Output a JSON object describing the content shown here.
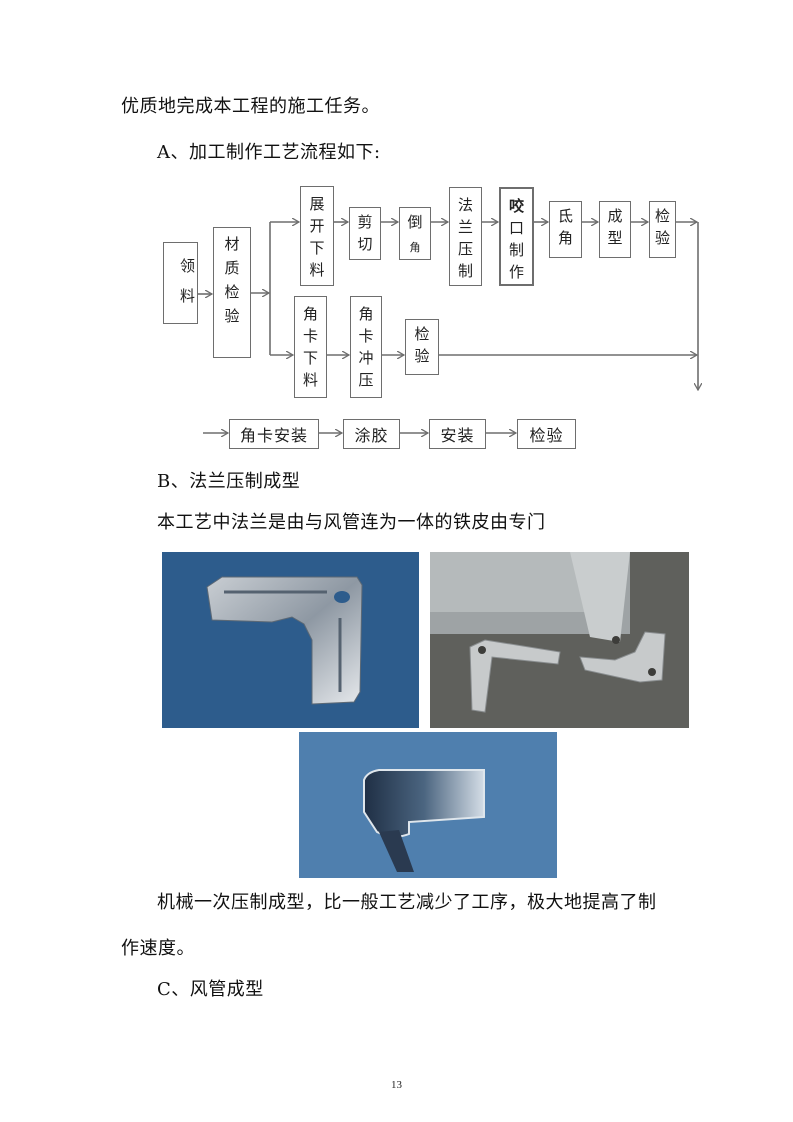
{
  "document": {
    "paragraphs": {
      "p1": "优质地完成本工程的施工任务。",
      "heading_a": "A、加工制作工艺流程如下:",
      "heading_b": "B、法兰压制成型",
      "p2": "本工艺中法兰是由与风管连为一体的铁皮由专门",
      "p3_line1": "机械一次压制成型，比一般工艺减少了工序，极大地提高了制",
      "p3_line2": "作速度。",
      "heading_c": "C、风管成型"
    },
    "page_number": "13"
  },
  "flowchart": {
    "start": [
      "领",
      "料"
    ],
    "inspect_material": [
      "材",
      "质",
      "检",
      "验"
    ],
    "top_row": [
      {
        "id": "unfold-cut",
        "chars": [
          "展",
          "开",
          "下",
          "料"
        ]
      },
      {
        "id": "shear",
        "chars": [
          "剪",
          "切"
        ]
      },
      {
        "id": "chamfer",
        "chars": [
          "倒",
          "角"
        ]
      },
      {
        "id": "flange-press",
        "chars": [
          "法",
          "兰",
          "压",
          "制"
        ]
      },
      {
        "id": "seam-making",
        "chars": [
          "咬",
          "口",
          "制",
          "作"
        ]
      },
      {
        "id": "corner",
        "chars": [
          "氐",
          "角"
        ]
      },
      {
        "id": "forming",
        "chars": [
          "成",
          "型"
        ]
      },
      {
        "id": "inspection-top",
        "chars": [
          "检",
          "验"
        ]
      }
    ],
    "middle_row": [
      {
        "id": "corner-clip-cut",
        "chars": [
          "角",
          "卡",
          "下",
          "料"
        ]
      },
      {
        "id": "corner-clip-stamp",
        "chars": [
          "角",
          "卡",
          "冲",
          "压"
        ]
      },
      {
        "id": "inspection-mid",
        "chars": [
          "检",
          "验"
        ]
      }
    ],
    "bottom_row": [
      {
        "id": "corner-clip-install",
        "label": "角卡安装"
      },
      {
        "id": "gluing",
        "label": "涂胶"
      },
      {
        "id": "install",
        "label": "安装"
      },
      {
        "id": "inspection-final",
        "label": "检验"
      }
    ],
    "line_color": "#6e6e6e"
  },
  "photos": [
    {
      "id": "corner-clip-blue",
      "bg": "#2d5c8c"
    },
    {
      "id": "duct-corner-floor",
      "bg": "#5f605c"
    },
    {
      "id": "flange-profile-blue",
      "bg": "#4f7fae"
    }
  ]
}
